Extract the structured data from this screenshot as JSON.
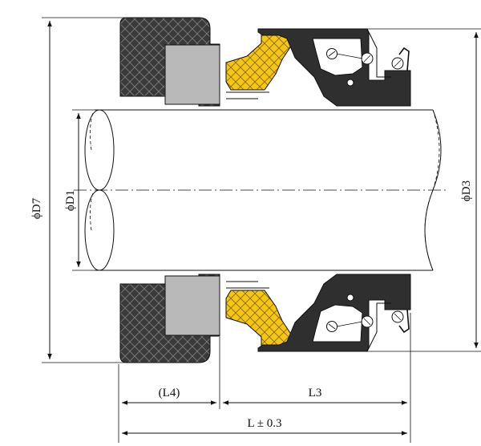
{
  "labels": {
    "phi_d7": "ϕD7",
    "phi_d1": "ϕD1",
    "phi_d3": "ϕD3",
    "l4": "(L4)",
    "l3": "L3",
    "l_total": "L ± 0.3"
  },
  "colors": {
    "seat_dark": "#3a3a3a",
    "seat_insert": "#b9b9b9",
    "face": "#f5c518",
    "bellows": "#2f2f2f",
    "outline": "#111111"
  }
}
